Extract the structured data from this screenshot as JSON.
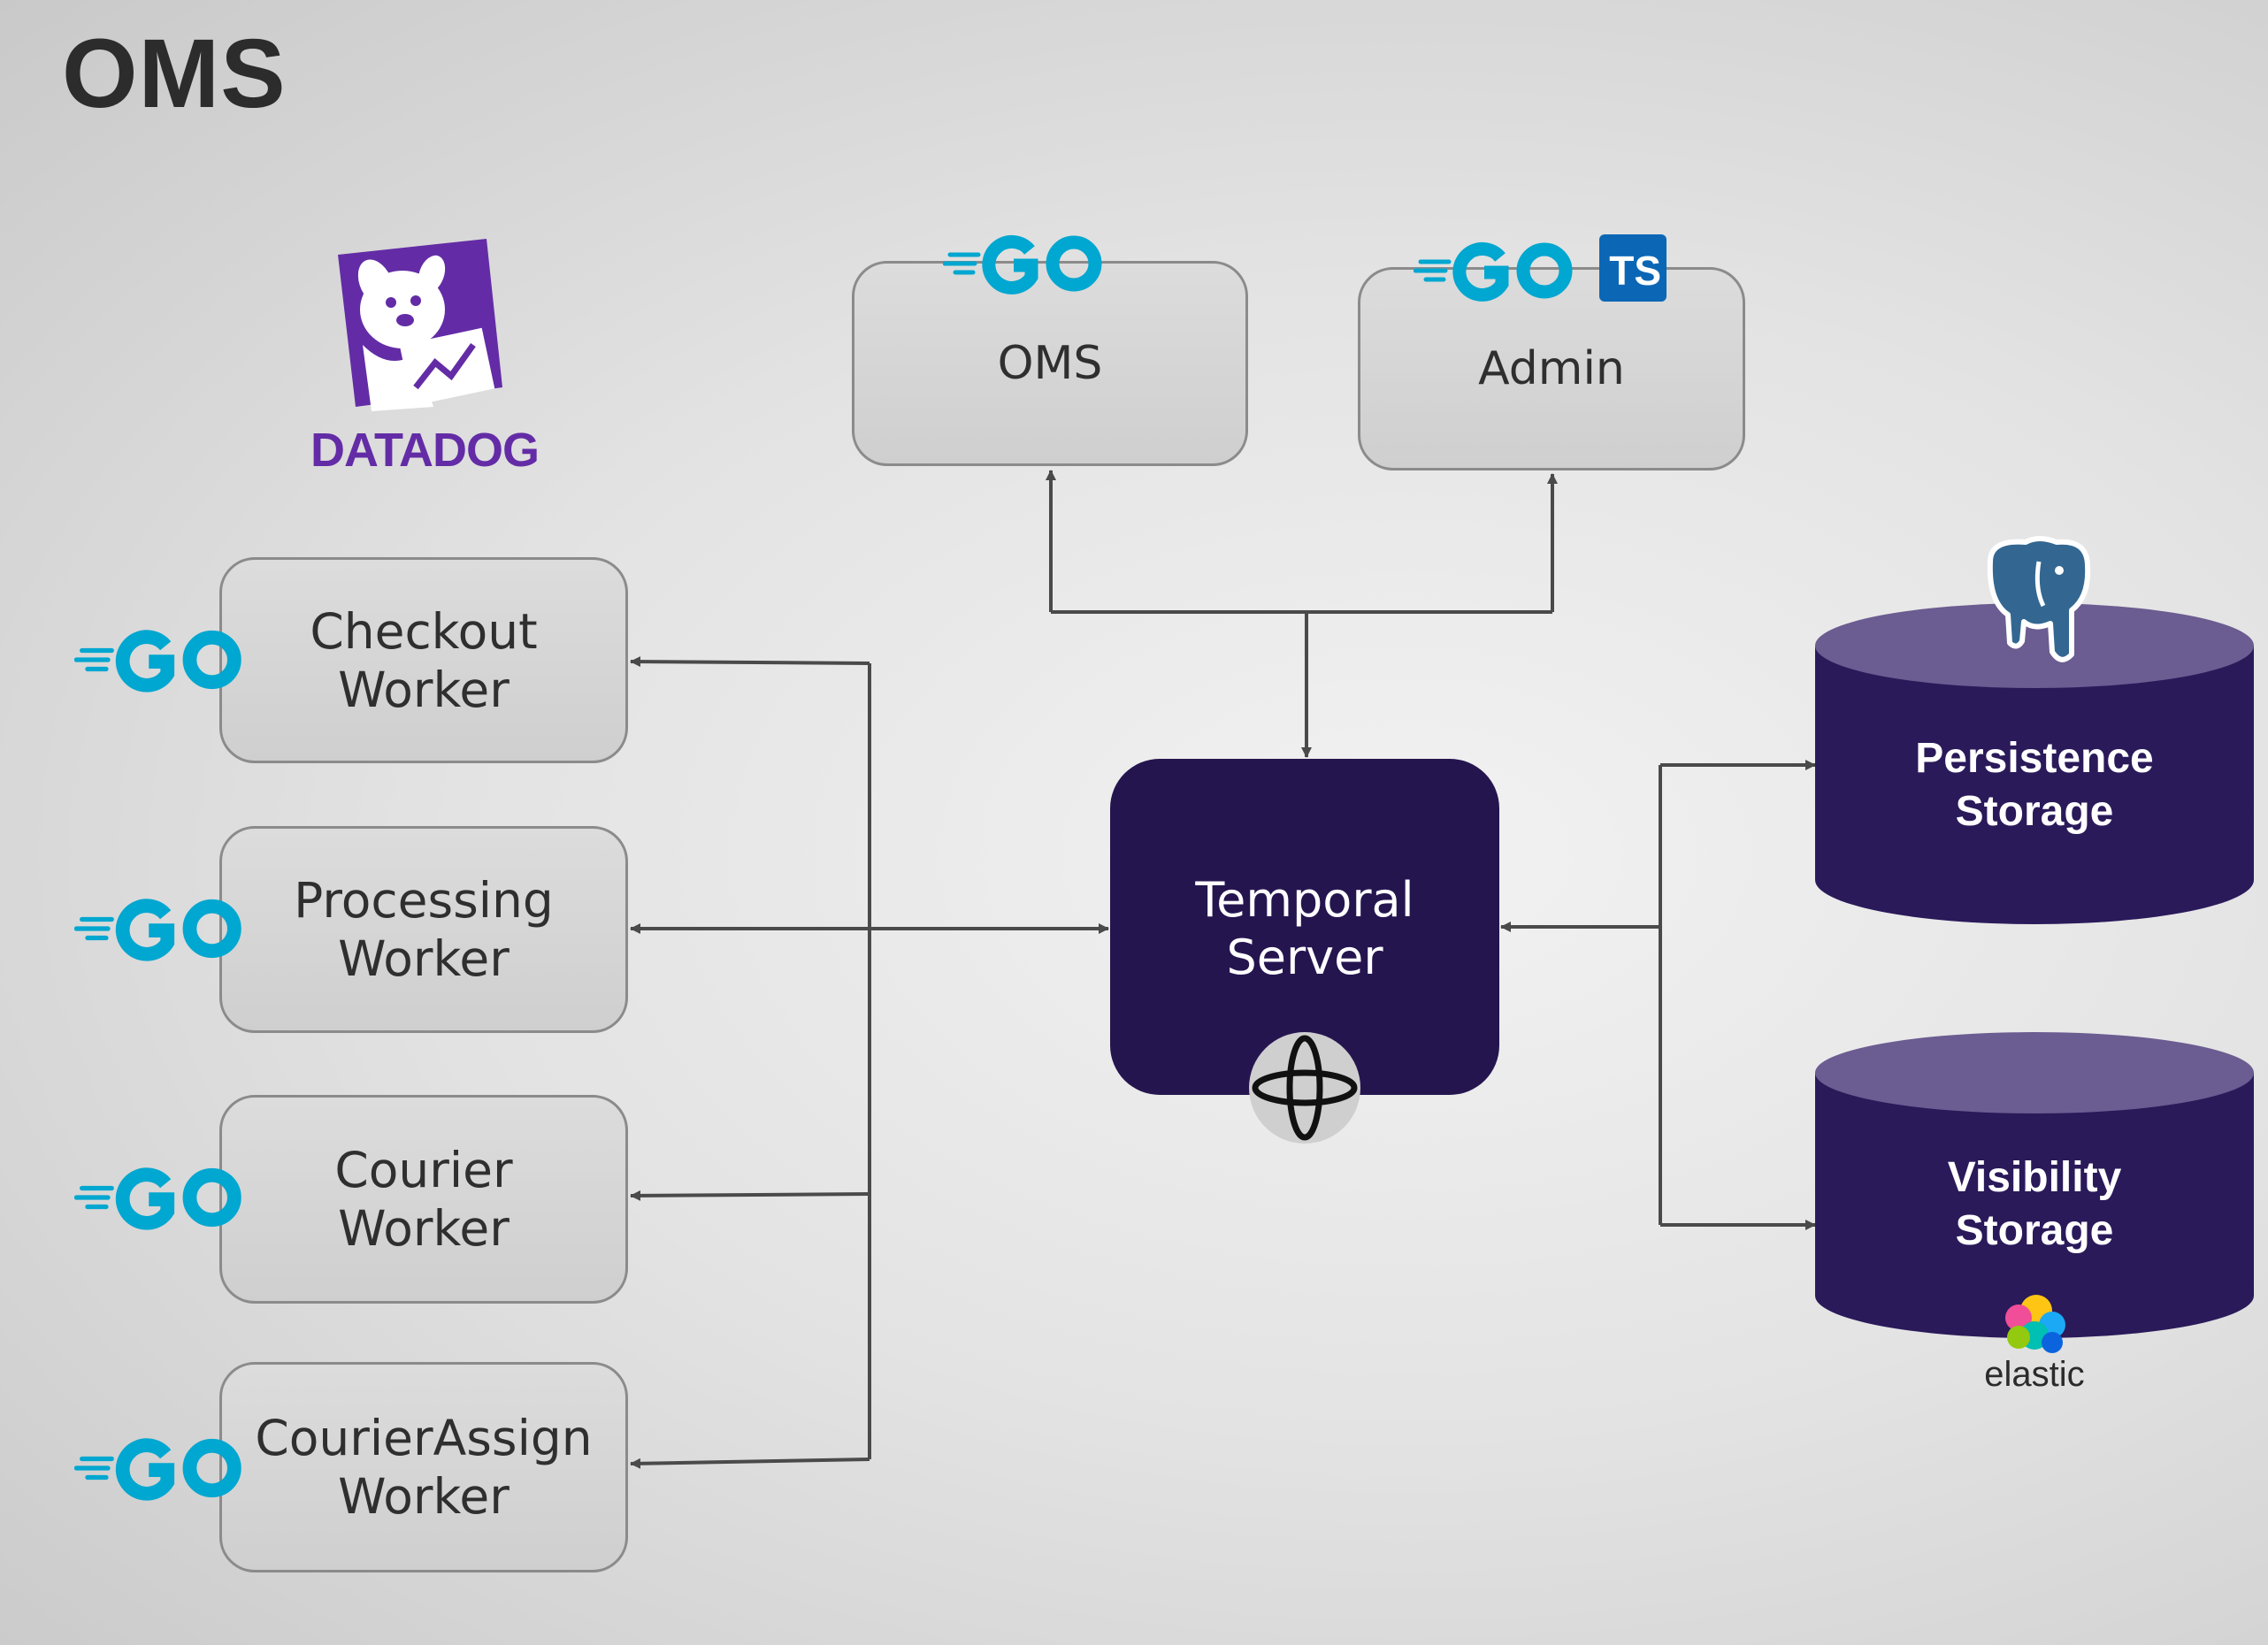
{
  "title": "OMS",
  "services": [
    {
      "label": "OMS",
      "logos": [
        "go-logo"
      ]
    },
    {
      "label": "Admin",
      "logos": [
        "go-logo",
        "typescript-logo"
      ]
    }
  ],
  "workers": [
    {
      "label": "Checkout\nWorker",
      "logo": "go-logo"
    },
    {
      "label": "Processing\nWorker",
      "logo": "go-logo"
    },
    {
      "label": "Courier\nWorker",
      "logo": "go-logo"
    },
    {
      "label": "CourierAssign\nWorker",
      "logo": "go-logo"
    }
  ],
  "temporal": {
    "label": "Temporal\nServer",
    "icon": "temporal-icon"
  },
  "storages": [
    {
      "label": "Persistence\nStorage",
      "logo": "postgresql-logo"
    },
    {
      "label": "Visibility\nStorage",
      "logo": "elastic-logo",
      "logo_text": "elastic"
    }
  ],
  "monitoring": {
    "logo": "datadog-logo",
    "text": "DATADOG"
  },
  "ts_badge": "TS",
  "colors": {
    "temporal_fill": "#25154f",
    "storage_fill": "#2a1a5a",
    "storage_top": "#6b5c91",
    "box_fill": "#d6d6d6",
    "go_blue": "#00a7d0",
    "datadog_purple": "#632ca6",
    "connector": "#4a4a4a"
  }
}
